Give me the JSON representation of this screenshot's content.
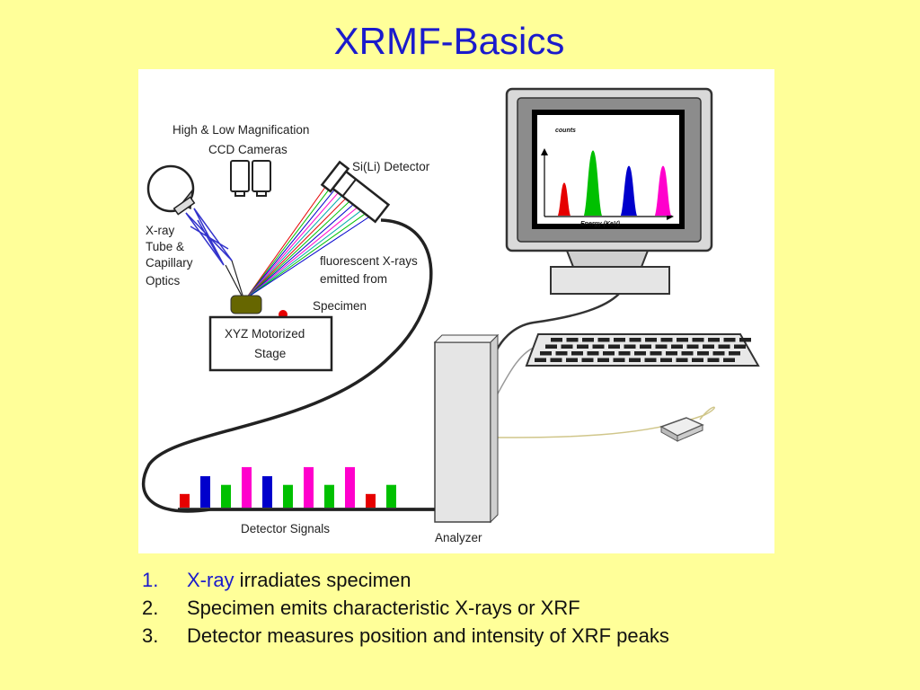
{
  "title": "XRMF-Basics",
  "diagram": {
    "labels": {
      "cameras_line1": "High & Low Magnification",
      "cameras_line2": "CCD Cameras",
      "detector": "Si(Li) Detector",
      "xray_line1": "X-ray",
      "xray_line2": "Tube &",
      "xray_line3": "Capillary",
      "xray_line4": "Optics",
      "fluor_line1": "fluorescent X-rays",
      "fluor_line2": "emitted from",
      "specimen": "Specimen",
      "stage_line1": "XYZ Motorized",
      "stage_line2": "Stage",
      "signals": "Detector Signals",
      "analyzer": "Analyzer",
      "screen_ylabel": "counts",
      "screen_xlabel": "Energy (KeV)"
    },
    "colors": {
      "red": "#e60000",
      "green": "#00c000",
      "blue": "#0000cc",
      "magenta": "#ff00cc"
    },
    "signal_bars": [
      {
        "color": "red",
        "level": 0.33
      },
      {
        "color": "blue",
        "level": 0.76
      },
      {
        "color": "green",
        "level": 0.55
      },
      {
        "color": "magenta",
        "level": 0.98
      },
      {
        "color": "blue",
        "level": 0.76
      },
      {
        "color": "green",
        "level": 0.55
      },
      {
        "color": "magenta",
        "level": 0.98
      },
      {
        "color": "green",
        "level": 0.55
      },
      {
        "color": "magenta",
        "level": 0.98
      },
      {
        "color": "red",
        "level": 0.33
      },
      {
        "color": "green",
        "level": 0.55
      }
    ],
    "screen_peaks": [
      {
        "color": "red",
        "level": 0.47
      },
      {
        "color": "green",
        "level": 0.93
      },
      {
        "color": "blue",
        "level": 0.71
      },
      {
        "color": "magenta",
        "level": 0.71
      }
    ]
  },
  "steps": [
    {
      "num": "1.",
      "highlight": "X-ray",
      "text": " irradiates specimen"
    },
    {
      "num": "2.",
      "text": "Specimen emits characteristic X-rays or XRF"
    },
    {
      "num": "3.",
      "text": "Detector measures position and intensity of XRF peaks"
    }
  ]
}
